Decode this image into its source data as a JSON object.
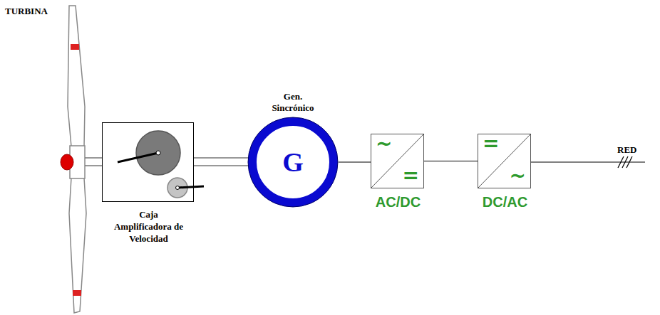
{
  "diagram": {
    "nodes": [
      {
        "text": [
          "Caja Amplificadora de Velocidad"
        ]
      },
      {
        "text": [
          "Gen. Sincrónico",
          "G"
        ]
      },
      {
        "text": [
          "~",
          "=",
          "AC/DC"
        ]
      },
      {
        "text": [
          "=",
          "~",
          "DC/AC"
        ]
      }
    ],
    "edges": [
      {
        "from": 0,
        "to": 1,
        "arrow": "none"
      },
      {
        "from": 1,
        "to": 2,
        "arrow": "none"
      },
      {
        "from": 2,
        "to": 3,
        "arrow": "none"
      }
    ],
    "labels": [
      "TURBINA",
      "RED"
    ]
  }
}
